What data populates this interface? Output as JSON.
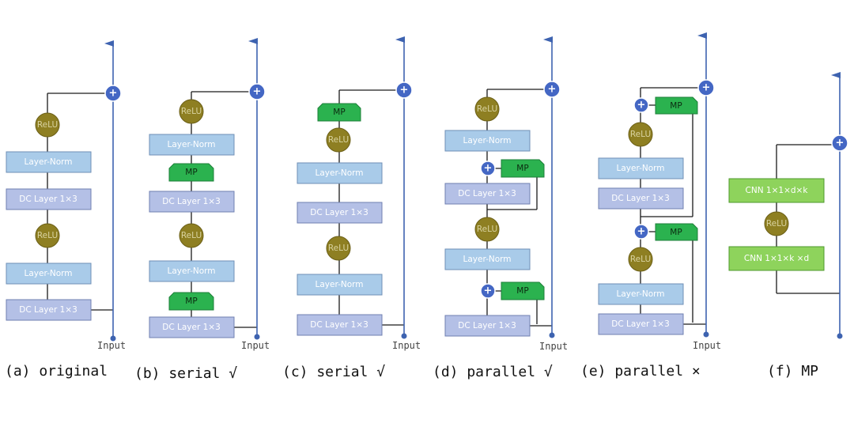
{
  "labels": {
    "layer_norm": "Layer-Norm",
    "dc_layer": "DC Layer 1×3",
    "relu": "ReLU",
    "mp": "MP",
    "input": "Input",
    "plus": "+",
    "cnn_top": "CNN 1×1×d×k",
    "cnn_bottom": "CNN 1×1×k ×d"
  },
  "captions": {
    "a": "(a) original",
    "b": "(b) serial √",
    "c": "(c) serial √",
    "d": "(d) parallel √",
    "e": "(e) parallel ×",
    "f": "(f) MP"
  },
  "colors": {
    "layer_norm": "#a9cbe9",
    "dc_layer": "#b4c0e6",
    "mp": "#2bb24f",
    "relu": "#8e7f22",
    "cnn": "#8ed35c",
    "plus": "#4467c4",
    "arrow": "#3e63b0"
  }
}
